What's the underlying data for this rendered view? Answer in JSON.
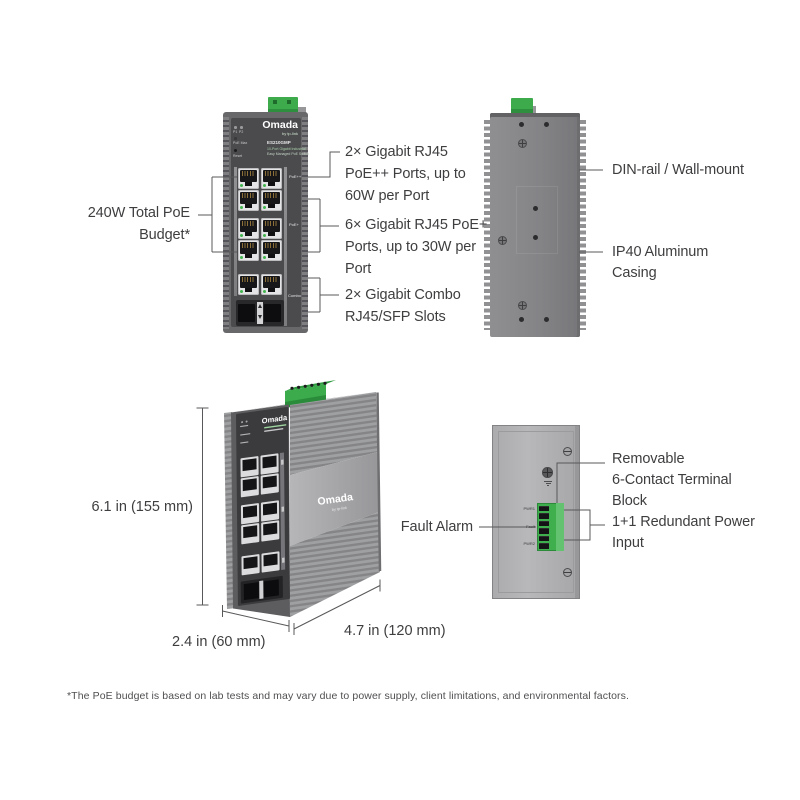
{
  "colors": {
    "brand_green": "#3dab4b",
    "led_green": "#43b550",
    "casing_gray": "#68686b",
    "panel_gray": "#4b4b4e",
    "text_gray": "#3e3e40"
  },
  "figures": {
    "front": {
      "device": {
        "brand": "Omada",
        "brand_sub": "by tp-link",
        "model": "ES210GMP",
        "desc1": "10-Port Gigabit Industrial",
        "desc2": "Easy Managed PoE Switch",
        "leds": {
          "p1": "P1",
          "p2": "P2",
          "poe_max": "PoE Max",
          "reset": "Reset"
        },
        "groups": {
          "poepp": "PoE++",
          "poep": "PoE+",
          "combo": "Combo"
        }
      },
      "callout_budget": {
        "lines": [
          "240W Total PoE",
          "Budget*"
        ]
      },
      "callout_poepp": {
        "lines": [
          "2× Gigabit RJ45",
          "PoE++ Ports, up to",
          "60W per Port"
        ]
      },
      "callout_poep": {
        "lines": [
          "6× Gigabit RJ45 PoE+",
          "Ports, up to 30W per",
          "Port"
        ]
      },
      "callout_combo": {
        "lines": [
          "2× Gigabit Combo",
          "RJ45/SFP Slots"
        ]
      }
    },
    "back": {
      "callout_mount": {
        "lines": [
          "DIN-rail / Wall-mount"
        ]
      },
      "callout_casing": {
        "lines": [
          "IP40 Aluminum",
          "Casing"
        ]
      }
    },
    "dims": {
      "height": "6.1 in (155 mm)",
      "width": "2.4 in (60 mm)",
      "depth": "4.7 in (120 mm)",
      "brand": "Omada",
      "brand_sub": "by tp-link"
    },
    "top": {
      "terminal_labels": {
        "pwr1": "PWR1",
        "fault": "Fault",
        "pwr2": "PWR2"
      },
      "callout_terminal": {
        "lines": [
          "Removable",
          "6-Contact Terminal",
          "Block"
        ]
      },
      "callout_fault": {
        "lines": [
          "Fault Alarm"
        ]
      },
      "callout_power": {
        "lines": [
          "1+1 Redundant Power",
          "Input"
        ]
      }
    }
  },
  "footnote": "*The PoE budget is based on lab tests and may vary due to power supply, client limitations, and environmental factors."
}
